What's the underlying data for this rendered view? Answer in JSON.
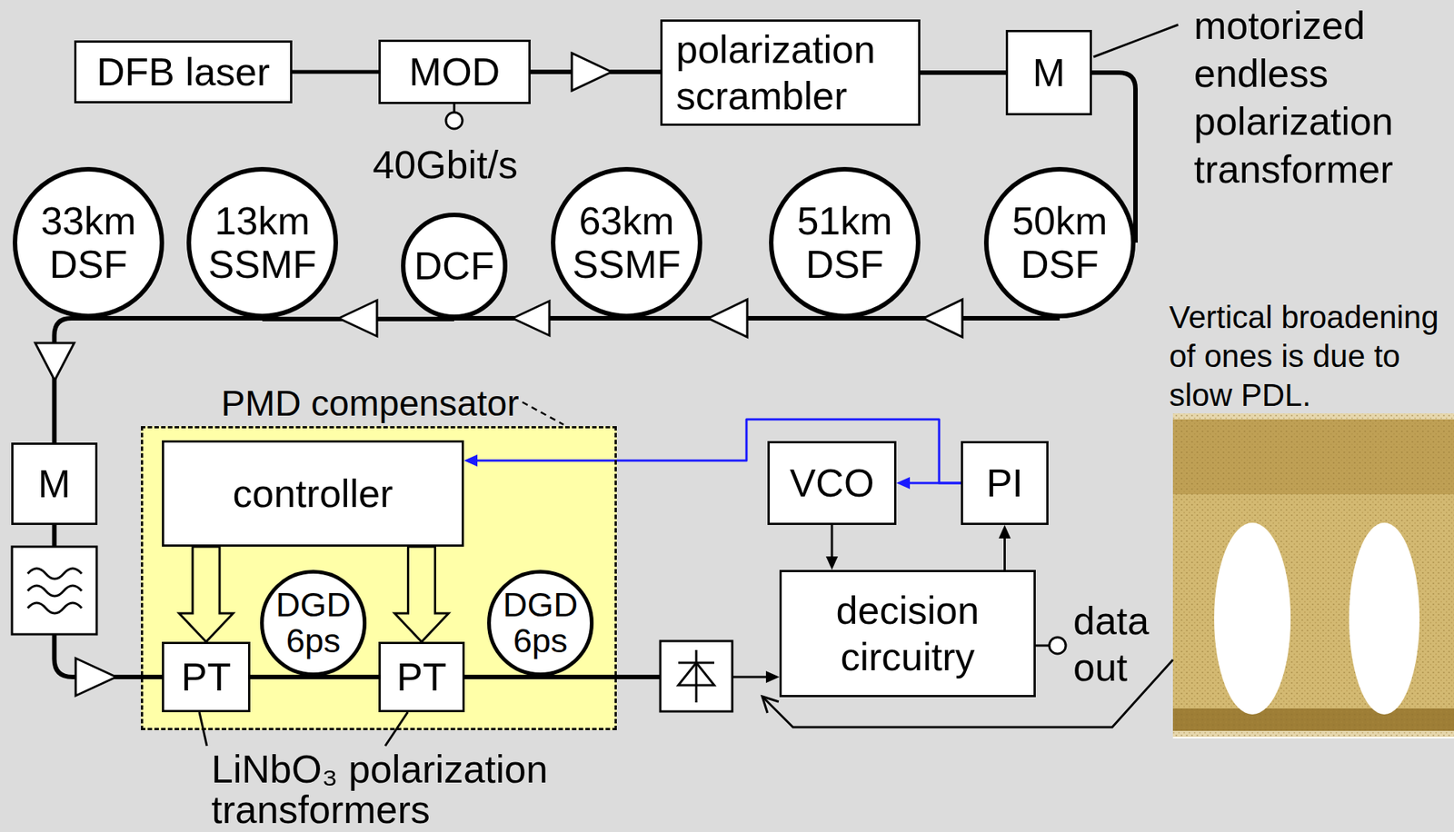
{
  "diagram": {
    "nodes": [
      {
        "text": [
          "DFB laser"
        ]
      },
      {
        "text": [
          "MOD"
        ]
      },
      {
        "text": [
          "polarization scrambler"
        ]
      },
      {
        "text": [
          "M"
        ]
      },
      {
        "text": [
          "50km DSF"
        ]
      },
      {
        "text": [
          "51km DSF"
        ]
      },
      {
        "text": [
          "63km SSMF"
        ]
      },
      {
        "text": [
          "DCF"
        ]
      },
      {
        "text": [
          "13km SSMF"
        ]
      },
      {
        "text": [
          "33km DSF"
        ]
      },
      {
        "text": [
          "M"
        ]
      },
      {
        "text": [
          "PMD compensator"
        ]
      },
      {
        "text": [
          "controller"
        ],
        "in": 11
      },
      {
        "text": [
          "PT"
        ],
        "in": 11
      },
      {
        "text": [
          "DGD 6ps"
        ],
        "in": 11
      },
      {
        "text": [
          "PT"
        ],
        "in": 11
      },
      {
        "text": [
          "DGD 6ps"
        ],
        "in": 11
      },
      {
        "text": [
          "VCO"
        ]
      },
      {
        "text": [
          "PI"
        ]
      },
      {
        "text": [
          "decision circuitry"
        ]
      }
    ],
    "edges": [
      {
        "from": 0,
        "to": 1,
        "arrow": "none"
      },
      {
        "from": 1,
        "to": 2,
        "arrow": "none"
      },
      {
        "from": 2,
        "to": 3,
        "arrow": "none"
      },
      {
        "from": 3,
        "to": 4,
        "arrow": "none"
      },
      {
        "from": 4,
        "to": 5,
        "arrow": "none"
      },
      {
        "from": 5,
        "to": 6,
        "arrow": "none"
      },
      {
        "from": 6,
        "to": 7,
        "arrow": "none"
      },
      {
        "from": 7,
        "to": 8,
        "arrow": "none"
      },
      {
        "from": 8,
        "to": 9,
        "arrow": "none"
      },
      {
        "from": 9,
        "to": 10,
        "arrow": "none"
      },
      {
        "from": 10,
        "to": 13,
        "arrow": "none"
      },
      {
        "from": 12,
        "to": 13,
        "arrow": "to"
      },
      {
        "from": 12,
        "to": 15,
        "arrow": "to"
      },
      {
        "from": 13,
        "to": 14,
        "arrow": "none"
      },
      {
        "from": 14,
        "to": 15,
        "arrow": "none"
      },
      {
        "from": 15,
        "to": 16,
        "arrow": "none"
      },
      {
        "from": 16,
        "to": 19,
        "arrow": "to"
      },
      {
        "from": 17,
        "to": 19,
        "arrow": "to"
      },
      {
        "from": 19,
        "to": 18,
        "arrow": "to"
      },
      {
        "from": 18,
        "to": 17,
        "arrow": "to"
      },
      {
        "from": 18,
        "to": 12,
        "arrow": "to"
      }
    ],
    "labels": [
      "40Gbit/s",
      "motorized endless polarization transformer",
      "LiNbO₃ polarization transformers",
      "data out",
      "Vertical broadening of ones is due to slow PDL."
    ]
  }
}
